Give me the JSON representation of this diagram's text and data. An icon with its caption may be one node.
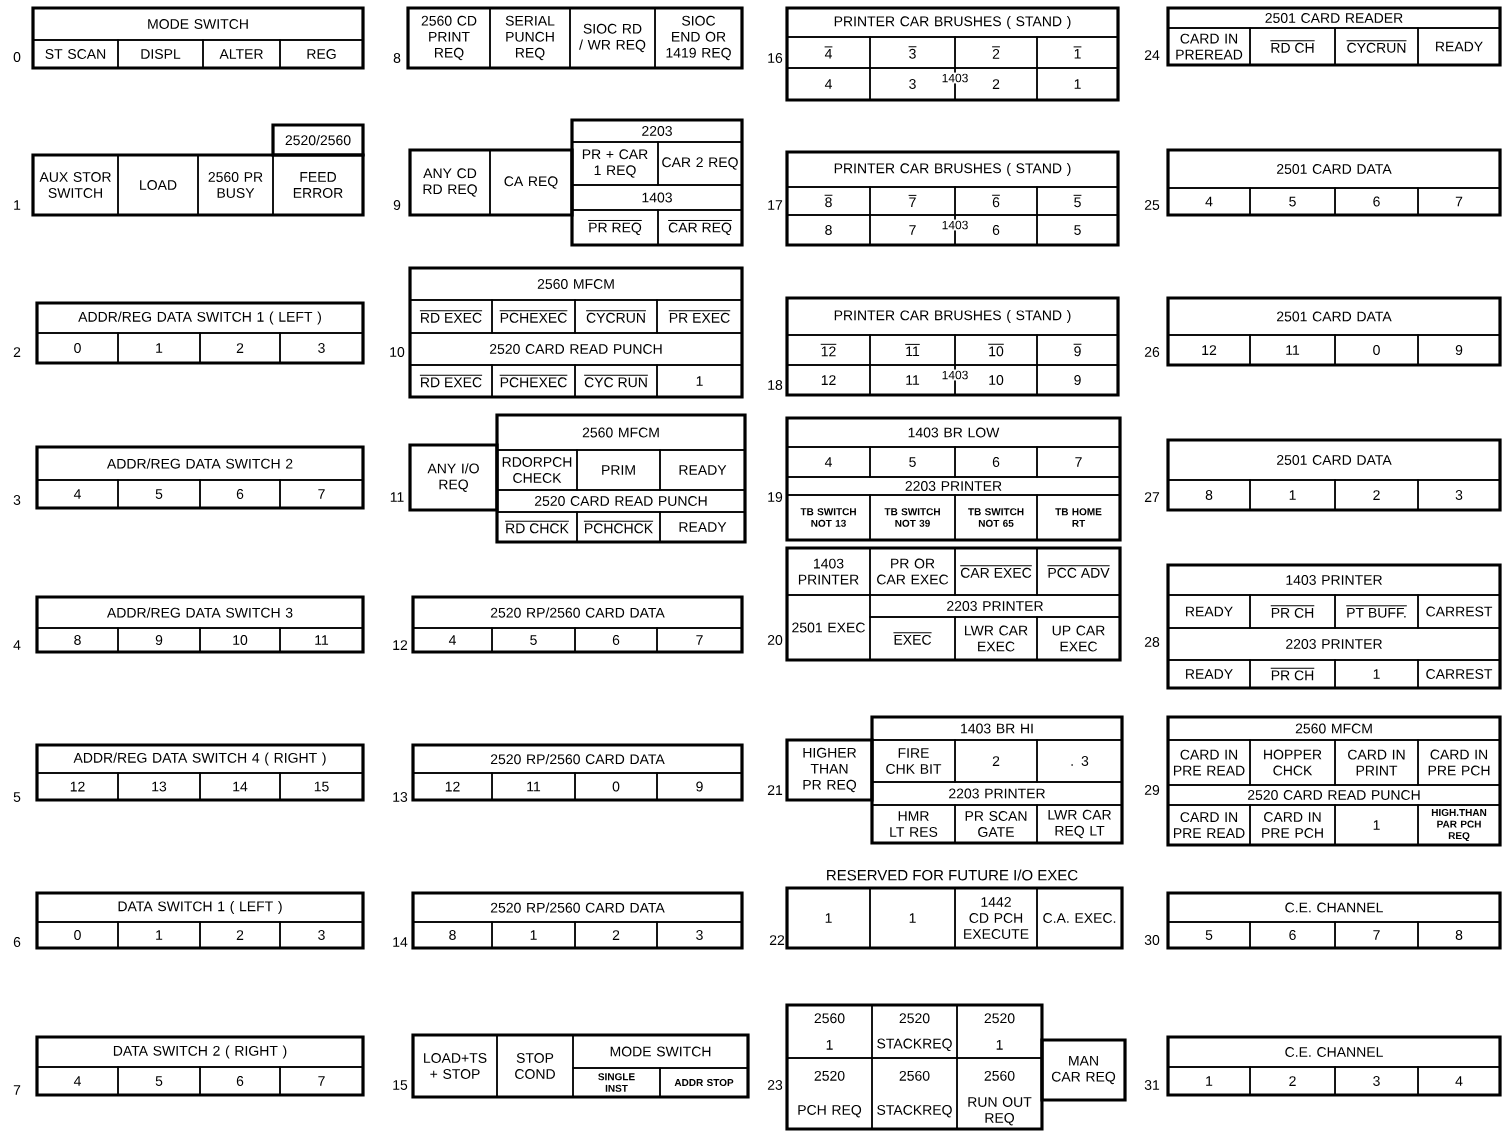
{
  "diagram": {
    "nodes": [
      {
        "text": [
          "MODE SWITCH",
          "ST SCAN",
          "DISPL",
          "ALTER",
          "REG"
        ],
        "beside": [
          "0"
        ]
      },
      {
        "text": [
          "2520/2560",
          "AUX STOR SWITCH",
          "LOAD",
          "2560 PR BUSY",
          "FEED ERROR"
        ],
        "beside": [
          "1"
        ]
      },
      {
        "text": [
          "ADDR/REG DATA SWITCH 1 ( LEFT )",
          "0",
          "1",
          "2",
          "3"
        ],
        "beside": [
          "2"
        ]
      },
      {
        "text": [
          "ADDR/REG DATA SWITCH 2",
          "4",
          "5",
          "6",
          "7"
        ],
        "beside": [
          "3"
        ]
      },
      {
        "text": [
          "ADDR/REG DATA SWITCH 3",
          "8",
          "9",
          "10",
          "11"
        ],
        "beside": [
          "4"
        ]
      },
      {
        "text": [
          "ADDR/REG DATA SWITCH 4 ( RIGHT )",
          "12",
          "13",
          "14",
          "15"
        ],
        "beside": [
          "5"
        ]
      },
      {
        "text": [
          "DATA SWITCH 1 ( LEFT )",
          "0",
          "1",
          "2",
          "3"
        ],
        "beside": [
          "6"
        ]
      },
      {
        "text": [
          "DATA SWITCH 2 ( RIGHT )",
          "4",
          "5",
          "6",
          "7"
        ],
        "beside": [
          "7"
        ]
      },
      {
        "text": [
          "2560 CD PRINT REQ",
          "SERIAL PUNCH REQ",
          "SIOC RD / WR REQ",
          "SIOC END OR 1419 REQ"
        ],
        "beside": [
          "8"
        ]
      },
      {
        "text": [
          "ANY CD RD REQ",
          "CA REQ",
          "2203",
          "PR + CAR 1 REQ",
          "CAR 2 REQ",
          "1403",
          "PR REQ",
          "CAR REQ"
        ],
        "beside": [
          "9"
        ]
      },
      {
        "text": [
          "2560 MFCM",
          "RD EXEC",
          "PCHEXEC",
          "CYCRUN",
          "PR EXEC",
          "2520 CARD READ PUNCH",
          "RD EXEC",
          "PCHEXEC",
          "CYC RUN",
          "1"
        ],
        "beside": [
          "10"
        ]
      },
      {
        "text": [
          "ANY I/O REQ",
          "2560 MFCM",
          "RDORPCH CHECK",
          "PRIM",
          "READY",
          "2520 CARD READ PUNCH",
          "RD CHCK",
          "PCHCHCK",
          "READY"
        ],
        "beside": [
          "11"
        ]
      },
      {
        "text": [
          "2520 RP/2560 CARD DATA",
          "4",
          "5",
          "6",
          "7"
        ],
        "beside": [
          "12"
        ]
      },
      {
        "text": [
          "2520 RP/2560 CARD DATA",
          "12",
          "11",
          "0",
          "9"
        ],
        "beside": [
          "13"
        ]
      },
      {
        "text": [
          "2520 RP/2560 CARD DATA",
          "8",
          "1",
          "2",
          "3"
        ],
        "beside": [
          "14"
        ]
      },
      {
        "text": [
          "LOAD+TS + STOP",
          "STOP COND",
          "MODE SWITCH",
          "SINGLE INST",
          "ADDR STOP"
        ],
        "beside": [
          "15"
        ]
      },
      {
        "text": [
          "PRINTER CAR BRUSHES ( STAND )",
          "4",
          "3",
          "2",
          "1",
          "4",
          "3",
          "2",
          "1",
          "1403"
        ],
        "beside": [
          "16"
        ]
      },
      {
        "text": [
          "PRINTER CAR BRUSHES ( STAND )",
          "8",
          "7",
          "6",
          "5",
          "8",
          "7",
          "6",
          "5",
          "1403"
        ],
        "beside": [
          "17"
        ]
      },
      {
        "text": [
          "PRINTER CAR BRUSHES ( STAND )",
          "12",
          "11",
          "10",
          "9",
          "12",
          "11",
          "10",
          "9",
          "1403"
        ],
        "beside": [
          "18"
        ]
      },
      {
        "text": [
          "1403 BR LOW",
          "4",
          "5",
          "6",
          "7",
          "2203 PRINTER",
          "TB SWITCH NOT 13",
          "TB SWITCH NOT 39",
          "TB SWITCH NOT 65",
          "TB HOME RT"
        ],
        "beside": [
          "19"
        ]
      },
      {
        "text": [
          "1403 PRINTER",
          "PR OR CAR EXEC",
          "CAR EXEC",
          "PCC ADV",
          "2501 EXEC",
          "2203 PRINTER",
          "EXEC",
          "LWR CAR EXEC",
          "UP CAR EXEC"
        ],
        "beside": [
          "20"
        ]
      },
      {
        "text": [
          "HIGHER THAN PR REQ",
          "1403 BR HI",
          "FIRE CHK BIT",
          "2",
          ". 3",
          "2203 PRINTER",
          "HMR LT RES",
          "PR SCAN GATE",
          "LWR CAR REQ LT"
        ],
        "beside": [
          "21"
        ]
      },
      {
        "text": [
          "RESERVED FOR FUTURE I/O EXEC",
          "1",
          "1",
          "1442 CD PCH EXECUTE",
          "C.A. EXEC."
        ],
        "beside": [
          "22"
        ]
      },
      {
        "text": [
          "2560",
          "1",
          "2520",
          "STACKREQ",
          "2520",
          "1",
          "2520",
          "PCH REQ",
          "2560",
          "STACKREQ",
          "2560",
          "RUN OUT REQ",
          "MAN CAR REQ"
        ],
        "beside": [
          "23"
        ]
      },
      {
        "text": [
          "2501 CARD READER",
          "CARD IN PREREAD",
          "RD CH",
          "CYCRUN",
          "READY"
        ],
        "beside": [
          "24"
        ]
      },
      {
        "text": [
          "2501 CARD DATA",
          "4",
          "5",
          "6",
          "7"
        ],
        "beside": [
          "25"
        ]
      },
      {
        "text": [
          "2501 CARD DATA",
          "12",
          "11",
          "0",
          "9"
        ],
        "beside": [
          "26"
        ]
      },
      {
        "text": [
          "2501 CARD DATA",
          "8",
          "1",
          "2",
          "3"
        ],
        "beside": [
          "27"
        ]
      },
      {
        "text": [
          "1403 PRINTER",
          "READY",
          "PR CH",
          "PT BUFF.",
          "CARREST",
          "2203 PRINTER",
          "READY",
          "PR CH",
          "1",
          "CARREST"
        ],
        "beside": [
          "28"
        ]
      },
      {
        "text": [
          "2560 MFCM",
          "CARD IN PRE READ",
          "HOPPER CHCK",
          "CARD IN PRINT",
          "CARD IN PRE PCH",
          "2520 CARD READ PUNCH",
          "CARD IN PRE READ",
          "CARD IN PRE PCH",
          "1",
          "HIGH.THAN PAR PCH REQ"
        ],
        "beside": [
          "29"
        ]
      },
      {
        "text": [
          "C.E. CHANNEL",
          "5",
          "6",
          "7",
          "8"
        ],
        "beside": [
          "30"
        ]
      },
      {
        "text": [
          "C.E. CHANNEL",
          "1",
          "2",
          "3",
          "4"
        ],
        "beside": [
          "31"
        ]
      }
    ]
  }
}
